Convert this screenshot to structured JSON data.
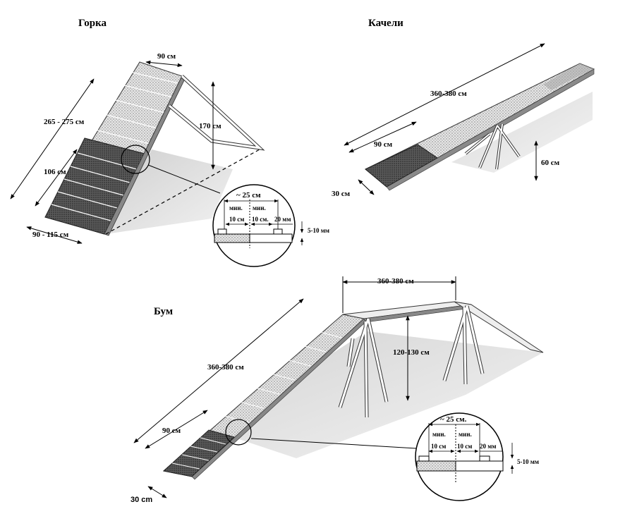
{
  "slide": {
    "title": "Горка",
    "width": "90 см",
    "length": "265 - 275 см",
    "contact": "106 см",
    "height": "170 см",
    "base": "90 - 115 см"
  },
  "seesaw": {
    "title": "Качели",
    "length": "360-380 см",
    "contact": "90 см",
    "width": "30 см",
    "height": "60 см"
  },
  "dogwalk": {
    "title": "Бум",
    "top_length": "360-380 см",
    "ramp_length": "360-380 см",
    "height": "120-130 см",
    "contact": "90 см",
    "width": "30 cm"
  },
  "detail_slide": {
    "total": "~ 25 см",
    "min_left": "мин.",
    "min_right": "мин.",
    "ten_left": "10 см",
    "ten_right": "10 см.",
    "twenty": "20 мм",
    "thickness": "5-10 мм"
  },
  "detail_boom": {
    "total": "~ 25 см.",
    "min_left": "мин.",
    "min_right": "мин.",
    "ten_left": "10 см",
    "ten_right": "10 см",
    "twenty": "20 мм",
    "thickness": "5-10 мм"
  }
}
